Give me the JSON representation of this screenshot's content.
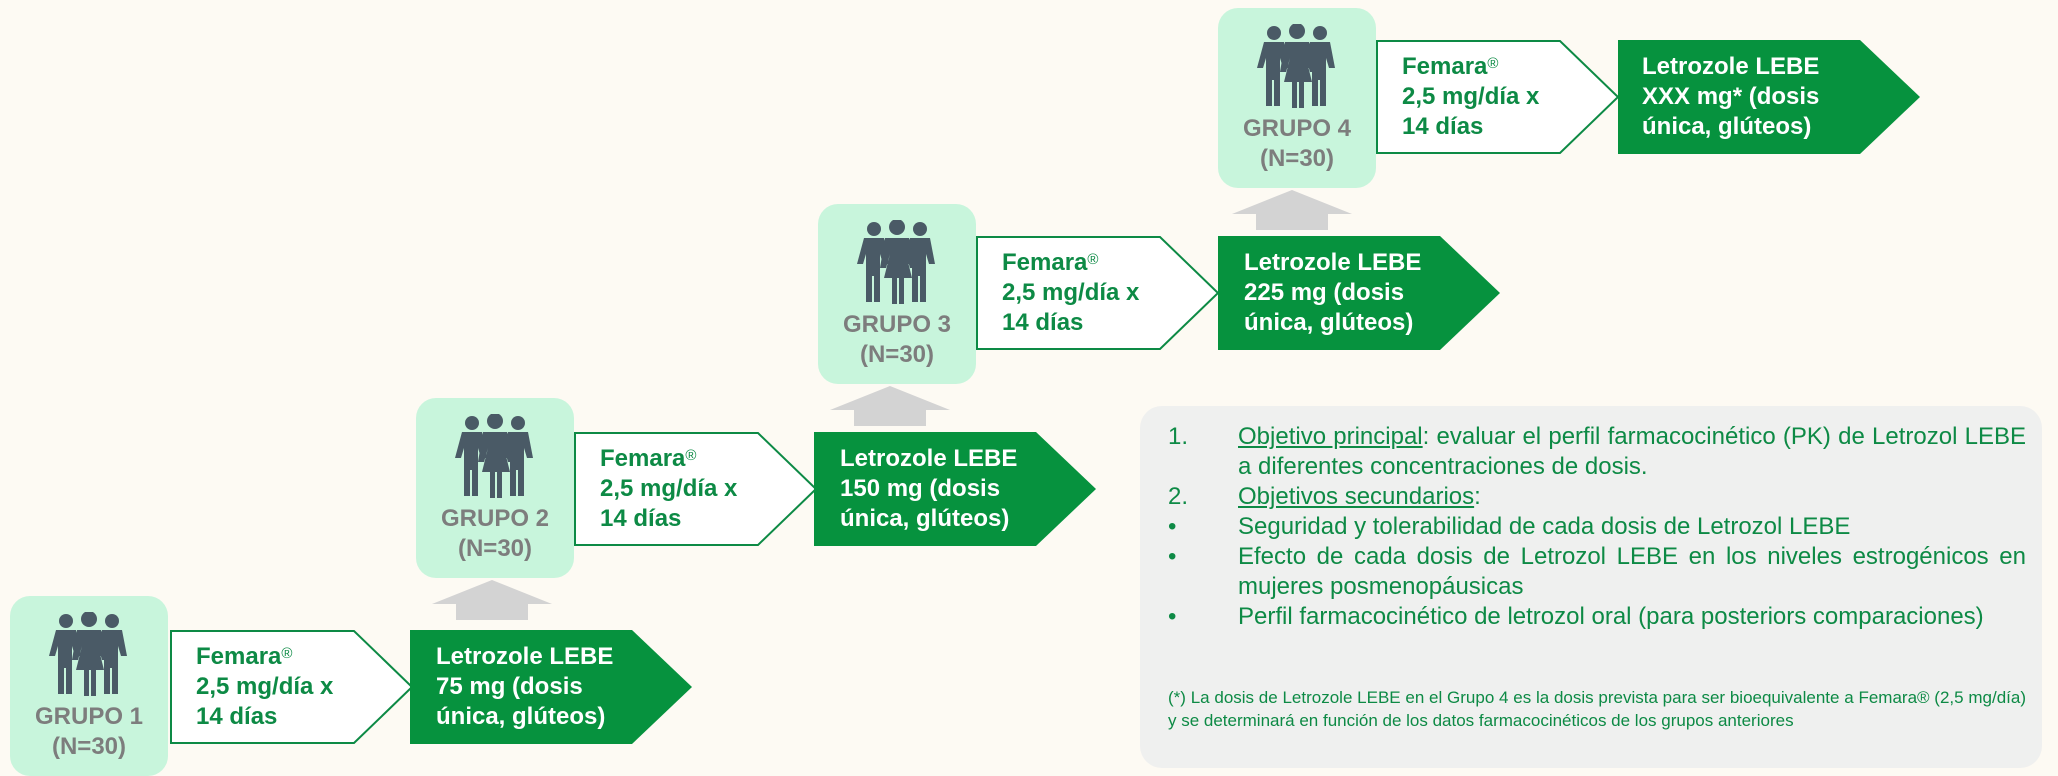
{
  "groups": [
    {
      "name": "GRUPO 1",
      "n": "(N=30)",
      "femara": "Femara",
      "reg": "®",
      "dose_line1": "2,5 mg/día x",
      "dose_line2": "14 días",
      "let_line1": "Letrozole LEBE",
      "let_line2": "75 mg (dosis",
      "let_line3": "única, glúteos)"
    },
    {
      "name": "GRUPO 2",
      "n": "(N=30)",
      "femara": "Femara",
      "reg": "®",
      "dose_line1": "2,5 mg/día x",
      "dose_line2": "14 días",
      "let_line1": "Letrozole LEBE",
      "let_line2": "150 mg (dosis",
      "let_line3": "única, glúteos)"
    },
    {
      "name": "GRUPO 3",
      "n": "(N=30)",
      "femara": "Femara",
      "reg": "®",
      "dose_line1": "2,5 mg/día x",
      "dose_line2": "14 días",
      "let_line1": "Letrozole LEBE",
      "let_line2": "225 mg (dosis",
      "let_line3": "única, glúteos)"
    },
    {
      "name": "GRUPO 4",
      "n": "(N=30)",
      "femara": "Femara",
      "reg": "®",
      "dose_line1": "2,5 mg/día x",
      "dose_line2": "14 días",
      "let_line1": "Letrozole LEBE",
      "let_line2": "XXX mg* (dosis",
      "let_line3": "única, glúteos)"
    }
  ],
  "objectives": {
    "item1_num": "1.",
    "item1_title": "Objetivo principal",
    "item1_text": ": evaluar el perfil farmacocinético (PK) de Letrozol LEBE a diferentes concentraciones de dosis.",
    "item2_num": "2.",
    "item2_title": "Objetivos secundarios",
    "item2_text": ":",
    "bullet": "•",
    "bullets": [
      "Seguridad y tolerabilidad de cada dosis de Letrozol LEBE",
      "Efecto de cada dosis de Letrozol LEBE en los niveles estrogénicos en mujeres posmenopáusicas",
      "Perfil farmacocinético de letrozol oral (para posteriors comparaciones)"
    ],
    "note": "(*) La dosis de Letrozole LEBE en el Grupo 4 es la dosis prevista para ser bioequivalente a Femara® (2,5 mg/día) y se determinará en función de los datos farmacocinéticos de los grupos anteriores"
  },
  "colors": {
    "group_bg": "#c8f5dc",
    "green": "#0d8a45",
    "dark_green_arrow": "#06923e",
    "people": "#4a5a66",
    "up_arrow": "#d3d3d3",
    "panel": "#eff0ef"
  }
}
